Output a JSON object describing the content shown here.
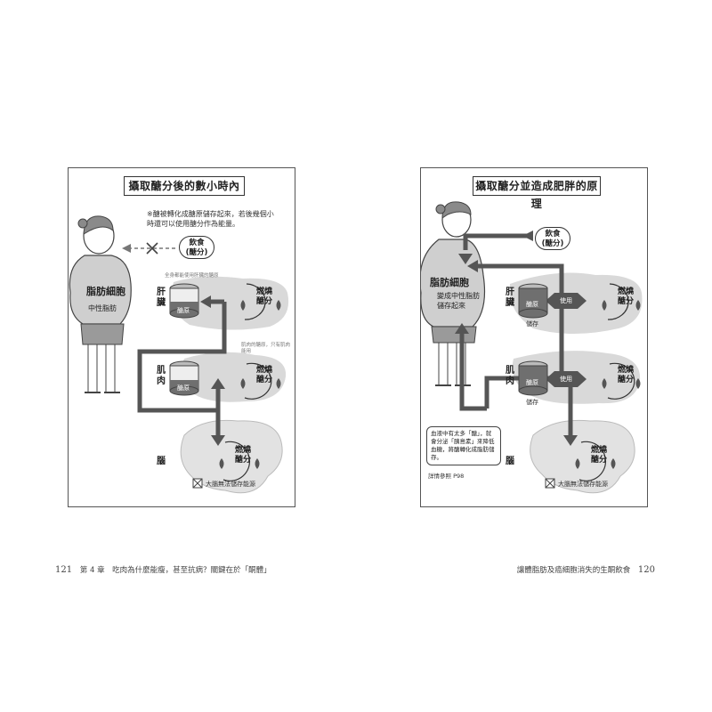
{
  "left": {
    "title": "攝取醣分後的數小時內",
    "note": "※醣被轉化成醣原儲存起來，若後幾個小時還可以使用醣分作為能量。",
    "diet": {
      "line1": "飲食",
      "line2": "(醣分)"
    },
    "fat_cell": "脂肪細胞",
    "neutral_fat": "中性脂肪",
    "liver_note": "全身都能使用肝臟的醣原",
    "liver": {
      "c1": "肝",
      "c2": "臟"
    },
    "muscle_note": "肌肉的醣原，只有肌肉能用",
    "muscle": {
      "c1": "肌",
      "c2": "肉"
    },
    "brain": "腦",
    "glycogen": "醣原",
    "burn": {
      "l1": "燃燒",
      "l2": "醣分"
    },
    "brain_note": "大腦無法儲存能源"
  },
  "right": {
    "title": "攝取醣分並造成肥胖的原理",
    "diet": {
      "line1": "飲食",
      "line2": "(醣分)"
    },
    "fat_cell": "脂肪細胞",
    "fat_change": {
      "l1": "變成中性脂肪",
      "l2": "儲存起來"
    },
    "liver": {
      "c1": "肝",
      "c2": "臟"
    },
    "muscle": {
      "c1": "肌",
      "c2": "肉"
    },
    "brain": "腦",
    "glycogen": "醣原",
    "store": "儲存",
    "use": "使用",
    "burn": {
      "l1": "燃燒",
      "l2": "醣分"
    },
    "callout": "血液中有太多「醣」，就會分泌「胰島素」來降低血糖，將醣轉化成脂肪儲存。",
    "see": "詳情參照 P98",
    "brain_note": "大腦無法儲存能源"
  },
  "footer": {
    "left_page": "121",
    "left_text": "第 4 章　吃肉為什麼能瘦，甚至抗病？關鍵在於「酮體」",
    "right_text": "讓體脂肪及癌細胞消失的生酮飲食",
    "right_page": "120"
  },
  "colors": {
    "arrow": "#555555",
    "blob": "#d9d9d9",
    "jar_dark": "#6f6f6f"
  }
}
